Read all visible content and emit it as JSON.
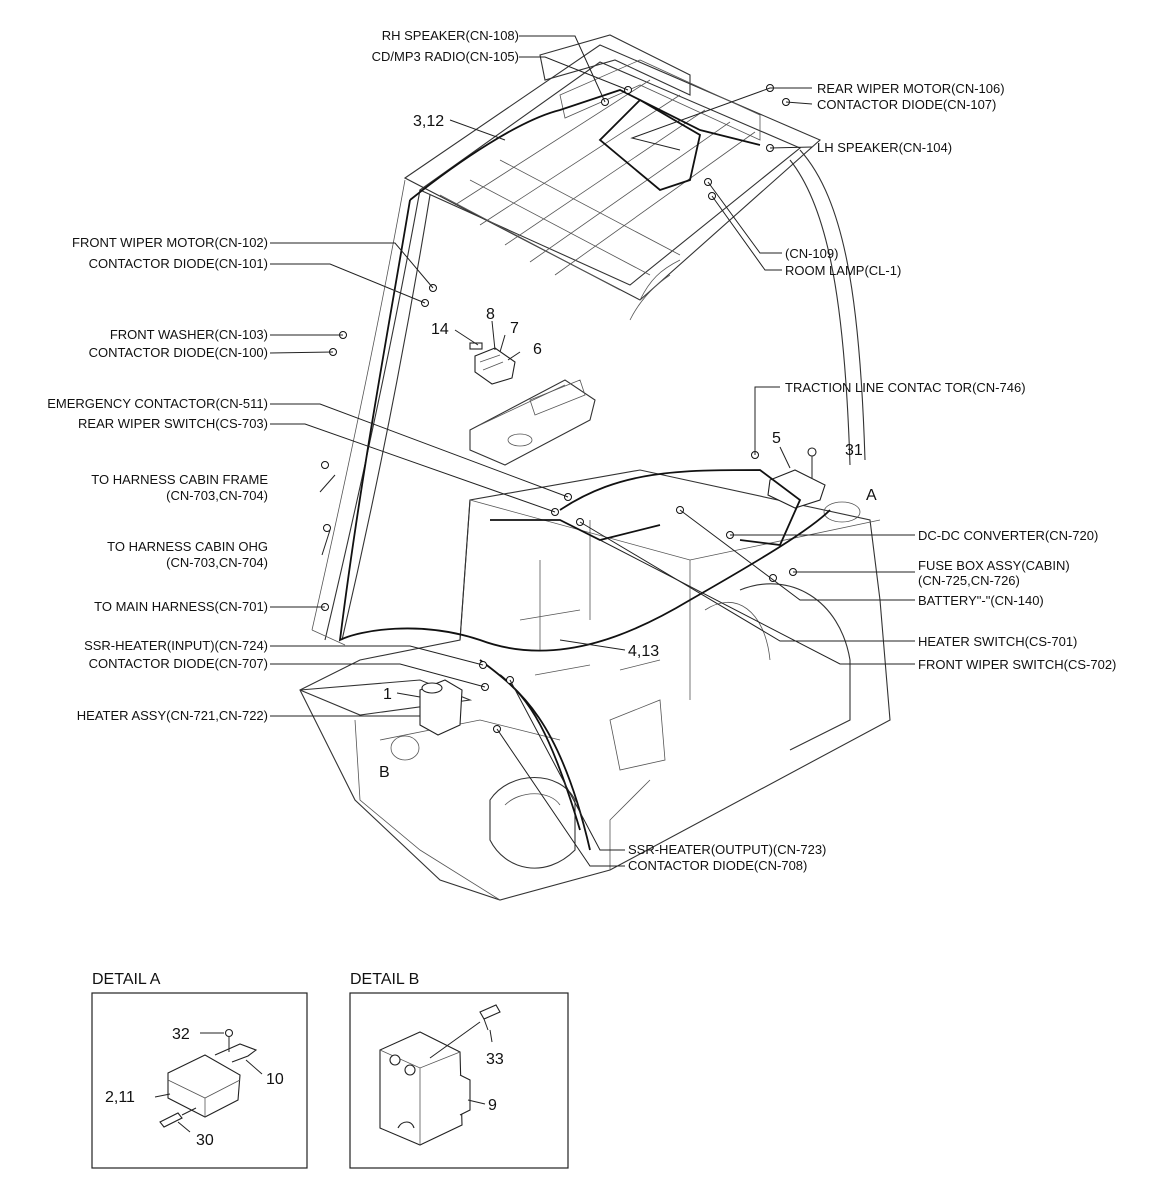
{
  "labels": {
    "rh_speaker": "RH SPEAKER(CN-108)",
    "cd_radio": "CD/MP3 RADIO(CN-105)",
    "rear_wiper_motor": "REAR WIPER MOTOR(CN-106)",
    "contactor_diode_107": "CONTACTOR DIODE(CN-107)",
    "lh_speaker": "LH SPEAKER(CN-104)",
    "cn109": "(CN-109)",
    "room_lamp": "ROOM LAMP(CL-1)",
    "front_wiper_motor": "FRONT WIPER MOTOR(CN-102)",
    "contactor_diode_101": "CONTACTOR DIODE(CN-101)",
    "front_washer": "FRONT WASHER(CN-103)",
    "contactor_diode_100": "CONTACTOR DIODE(CN-100)",
    "emergency_contactor": "EMERGENCY CONTACTOR(CN-511)",
    "rear_wiper_switch": "REAR WIPER SWITCH(CS-703)",
    "harness_cabin_frame_1": "TO HARNESS CABIN FRAME",
    "harness_cabin_frame_2": "(CN-703,CN-704)",
    "harness_cabin_ohg_1": "TO HARNESS CABIN OHG",
    "harness_cabin_ohg_2": "(CN-703,CN-704)",
    "main_harness": "TO MAIN HARNESS(CN-701)",
    "ssr_input": "SSR-HEATER(INPUT)(CN-724)",
    "contactor_diode_707": "CONTACTOR DIODE(CN-707)",
    "heater_assy": "HEATER ASSY(CN-721,CN-722)",
    "traction_line": "TRACTION LINE CONTAC TOR(CN-746)",
    "dcdc": "DC-DC CONVERTER(CN-720)",
    "fuse_box_1": "FUSE BOX ASSY(CABIN)",
    "fuse_box_2": "(CN-725,CN-726)",
    "battery": "BATTERY\"-\"(CN-140)",
    "heater_switch": "HEATER SWITCH(CS-701)",
    "front_wiper_switch": "FRONT WIPER SWITCH(CS-702)",
    "ssr_output": "SSR-HEATER(OUTPUT)(CN-723)",
    "contactor_diode_708": "CONTACTOR DIODE(CN-708)"
  },
  "callouts": {
    "n3_12": "3,12",
    "n8": "8",
    "n7": "7",
    "n14": "14",
    "n6": "6",
    "n5": "5",
    "n31": "31",
    "nA": "A",
    "n4_13": "4,13",
    "n1": "1",
    "nB": "B"
  },
  "details": {
    "a_title": "DETAIL A",
    "b_title": "DETAIL B",
    "n32": "32",
    "n10": "10",
    "n2_11": "2,11",
    "n30": "30",
    "n33": "33",
    "n9": "9"
  }
}
